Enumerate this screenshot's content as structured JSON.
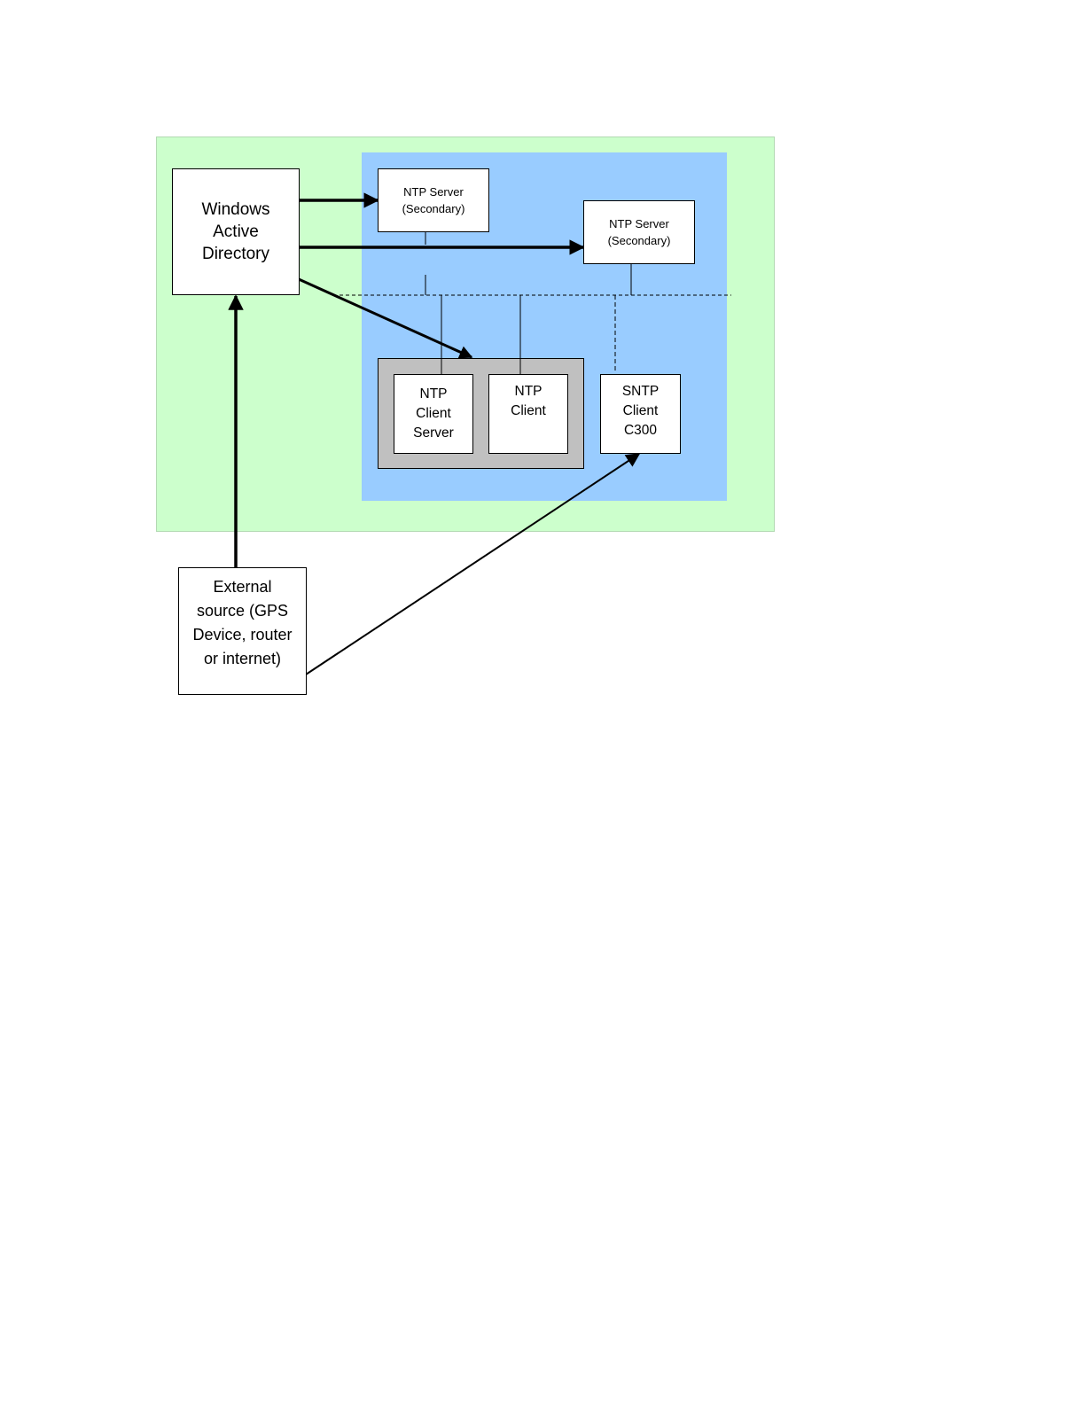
{
  "colors": {
    "outer_zone": "#ccffcc",
    "outer_zone_border": "#b3d9b3",
    "inner_zone": "#99ccff",
    "group_box": "#c0c0c0",
    "line": "#000000"
  },
  "nodes": {
    "windows_ad": [
      "Windows",
      "Active",
      "Directory"
    ],
    "ntp_server_1": [
      "NTP Server",
      "(Secondary)"
    ],
    "ntp_server_2": [
      "NTP Server",
      "(Secondary)"
    ],
    "ntp_client_server": [
      "NTP",
      "Client",
      "Server"
    ],
    "ntp_client": [
      "NTP",
      "Client"
    ],
    "sntp_client": [
      "SNTP",
      "Client",
      "C300"
    ],
    "external_source": [
      "External",
      "source (GPS",
      "Device, router",
      "or internet)"
    ]
  }
}
